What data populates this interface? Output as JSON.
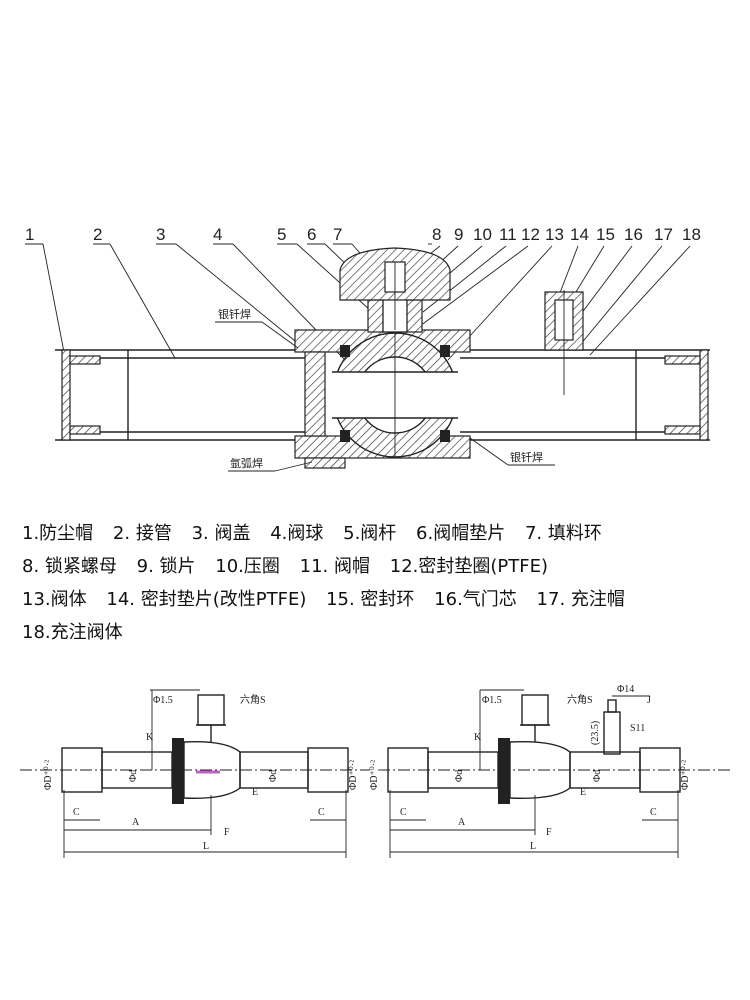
{
  "callouts": [
    "1",
    "2",
    "3",
    "4",
    "5",
    "6",
    "7",
    "8",
    "9",
    "10",
    "11",
    "12",
    "13",
    "14",
    "15",
    "16",
    "17",
    "18"
  ],
  "annotations": {
    "silver_braze_left": "银钎焊",
    "silver_braze_right": "银钎焊",
    "argon_arc": "氩弧焊"
  },
  "legend": {
    "row1": [
      "1.防尘帽",
      "2. 接管",
      "3. 阀盖",
      "4.阀球",
      "5.阀杆",
      "6.阀帽垫片",
      "7. 填料环"
    ],
    "row2": [
      "8. 锁紧螺母",
      "9. 锁片",
      "10.压圈",
      "11. 阀帽",
      "12.密封垫圈(PTFE)"
    ],
    "row3": [
      "13.阀体",
      "14. 密封垫片(改性PTFE)",
      "15. 密封环",
      "16.气门芯",
      "17. 充注帽"
    ],
    "row4": [
      "18.充注阀体"
    ]
  },
  "dimensions": {
    "left": {
      "phi15": "Φ1.5",
      "hex": "六角S",
      "K": "K",
      "phiD": "ΦD⁺⁰·²",
      "phid": "Φd",
      "phid2": "Φd",
      "E": "E",
      "phiD2": "ΦD⁺⁰·²",
      "C1": "C",
      "A": "A",
      "F": "F",
      "C2": "C",
      "L": "L"
    },
    "right": {
      "phi15": "Φ1.5",
      "hex": "六角S",
      "phi14": "Φ14",
      "J": "J",
      "K": "K",
      "h235": "(23.5)",
      "s11": "S11",
      "phiD": "ΦD⁺⁰·²",
      "phid": "Φd",
      "phid2": "Φd",
      "E": "E",
      "phiD2": "ΦD⁺⁰·²",
      "C1": "C",
      "A": "A",
      "F": "F",
      "C2": "C",
      "L": "L"
    }
  },
  "colors": {
    "line": "#222222",
    "arrow": "#c060c0"
  }
}
